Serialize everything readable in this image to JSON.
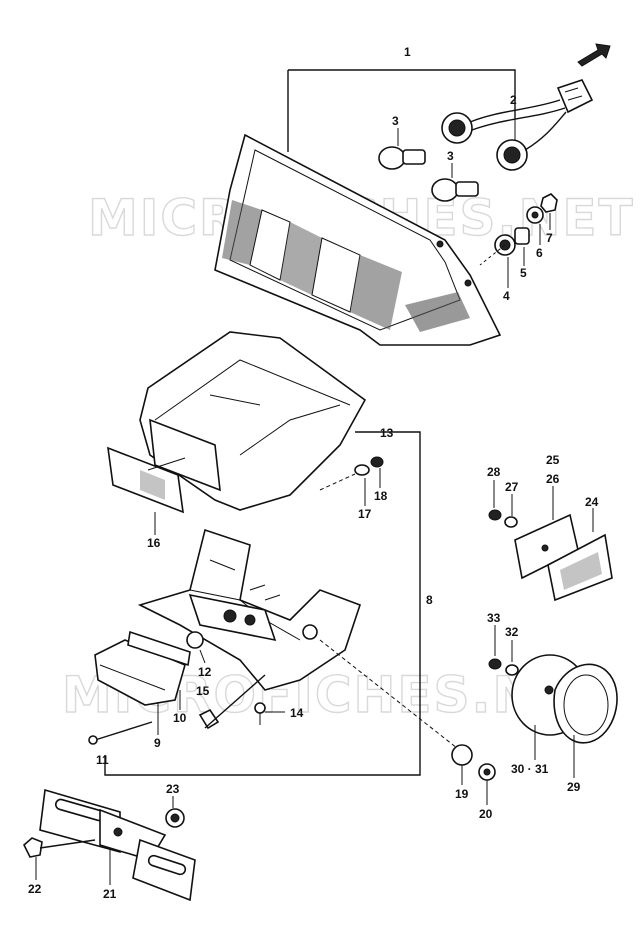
{
  "watermark": {
    "text_top": "MICROFICHES.NET",
    "text_bottom": "MICROFICHES.NET"
  },
  "callouts": {
    "n1": "1",
    "n2": "2",
    "n3a": "3",
    "n3b": "3",
    "n4": "4",
    "n5": "5",
    "n6": "6",
    "n7": "7",
    "n8": "8",
    "n9": "9",
    "n10": "10",
    "n11": "11",
    "n12": "12",
    "n13": "13",
    "n14": "14",
    "n15": "15",
    "n16": "16",
    "n17": "17",
    "n18": "18",
    "n19": "19",
    "n20": "20",
    "n21": "21",
    "n22": "22",
    "n23": "23",
    "n24": "24",
    "n25": "25",
    "n26": "26",
    "n27": "27",
    "n28": "28",
    "n29": "29",
    "n30_31": "30 · 31",
    "n32": "32",
    "n33": "33"
  }
}
